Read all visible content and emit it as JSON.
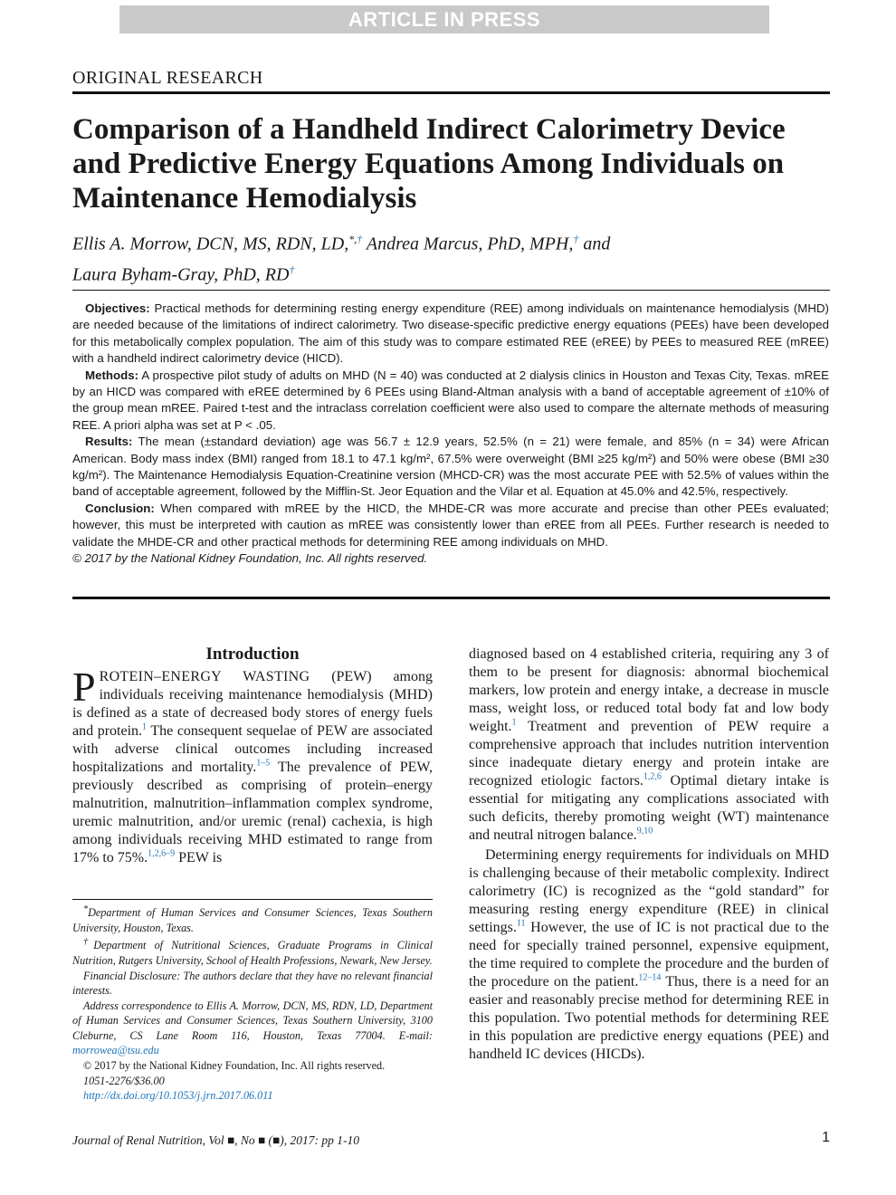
{
  "banner": "ARTICLE IN PRESS",
  "section_label": "ORIGINAL RESEARCH",
  "title": "Comparison of a Handheld Indirect Calorimetry Device and Predictive Energy Equations Among Individuals on Maintenance Hemodialysis",
  "authors": {
    "a1": "Ellis A. Morrow, DCN, MS, RDN, LD,",
    "a1_marks": "*,",
    "a1_dagger": "†",
    "a2": " Andrea Marcus, PhD, MPH,",
    "a2_dagger": "†",
    "and": " and",
    "a3": "Laura Byham-Gray, PhD, RD",
    "a3_dagger": "†"
  },
  "abstract": {
    "objectives_label": "Objectives:",
    "objectives": " Practical methods for determining resting energy expenditure (REE) among individuals on maintenance hemodialysis (MHD) are needed because of the limitations of indirect calorimetry. Two disease-specific predictive energy equations (PEEs) have been developed for this metabolically complex population. The aim of this study was to compare estimated REE (eREE) by PEEs to measured REE (mREE) with a handheld indirect calorimetry device (HICD).",
    "methods_label": "Methods:",
    "methods": " A prospective pilot study of adults on MHD (N = 40) was conducted at 2 dialysis clinics in Houston and Texas City, Texas. mREE by an HICD was compared with eREE determined by 6 PEEs using Bland-Altman analysis with a band of acceptable agreement of ±10% of the group mean mREE. Paired t-test and the intraclass correlation coefficient were also used to compare the alternate methods of measuring REE. A priori alpha was set at P < .05.",
    "results_label": "Results:",
    "results": " The mean (±standard deviation) age was 56.7 ± 12.9 years, 52.5% (n = 21) were female, and 85% (n = 34) were African American. Body mass index (BMI) ranged from 18.1 to 47.1 kg/m², 67.5% were overweight (BMI ≥25 kg/m²) and 50% were obese (BMI ≥30 kg/m²). The Maintenance Hemodialysis Equation-Creatinine version (MHCD-CR) was the most accurate PEE with 52.5% of values within the band of acceptable agreement, followed by the Mifflin-St. Jeor Equation and the Vilar et al. Equation at 45.0% and 42.5%, respectively.",
    "conclusion_label": "Conclusion:",
    "conclusion": " When compared with mREE by the HICD, the MHDE-CR was more accurate and precise than other PEEs evaluated; however, this must be interpreted with caution as mREE was consistently lower than eREE from all PEEs. Further research is needed to validate the MHDE-CR and other practical methods for determining REE among individuals on MHD.",
    "copyright": "© 2017 by the National Kidney Foundation, Inc. All rights reserved."
  },
  "intro": {
    "heading": "Introduction",
    "dropcap": "P",
    "smallcaps": "ROTEIN–ENERGY WASTING",
    "p1_a": " (PEW) among individuals receiving maintenance hemodialysis (MHD) is defined as a state of decreased body stores of energy fuels and protein.",
    "ref1": "1",
    "p1_b": " The consequent sequelae of PEW are associated with adverse clinical outcomes including increased hospitalizations and mortality.",
    "ref2": "1–5",
    "p1_c": " The prevalence of PEW, previously described as comprising of protein–energy malnutrition, malnutrition–inflammation complex syndrome, uremic malnutrition, and/or uremic (renal) cachexia, is high among individuals receiving MHD estimated to range from 17% to 75%.",
    "ref3": "1,2,6–9",
    "p1_d": " PEW is"
  },
  "right": {
    "p1_a": "diagnosed based on 4 established criteria, requiring any 3 of them to be present for diagnosis: abnormal biochemical markers, low protein and energy intake, a decrease in muscle mass, weight loss, or reduced total body fat and low body weight.",
    "ref1": "1",
    "p1_b": " Treatment and prevention of PEW require a comprehensive approach that includes nutrition intervention since inadequate dietary energy and protein intake are recognized etiologic factors.",
    "ref2": "1,2,6",
    "p1_c": " Optimal dietary intake is essential for mitigating any complications associated with such deficits, thereby promoting weight (WT) maintenance and neutral nitrogen balance.",
    "ref3": "9,10",
    "p2_a": "Determining energy requirements for individuals on MHD is challenging because of their metabolic complexity. Indirect calorimetry (IC) is recognized as the “gold standard” for measuring resting energy expenditure (REE) in clinical settings.",
    "ref4": "11",
    "p2_b": " However, the use of IC is not practical due to the need for specially trained personnel, expensive equipment, the time required to complete the procedure and the burden of the procedure on the patient.",
    "ref5": "12–14",
    "p2_c": " Thus, there is a need for an easier and reasonably precise method for determining REE in this population. Two potential methods for determining REE in this population are predictive energy equations (PEE) and handheld IC devices (HICDs)."
  },
  "footnotes": {
    "f1_mark": "*",
    "f1": "Department of Human Services and Consumer Sciences, Texas Southern University, Houston, Texas.",
    "f2_mark": "†",
    "f2": "Department of Nutritional Sciences, Graduate Programs in Clinical Nutrition, Rutgers University, School of Health Professions, Newark, New Jersey.",
    "f3": "Financial Disclosure: The authors declare that they have no relevant financial interests.",
    "f4": "Address correspondence to Ellis A. Morrow, DCN, MS, RDN, LD, Department of Human Services and Consumer Sciences, Texas Southern University, 3100 Cleburne, CS Lane Room 116, Houston, Texas 77004. E-mail:",
    "f4_email": "morrowea@tsu.edu",
    "f5": "© 2017 by the National Kidney Foundation, Inc. All rights reserved.",
    "f6": "1051-2276/$36.00",
    "f7": "http://dx.doi.org/10.1053/j.jrn.2017.06.011"
  },
  "footer": {
    "journal": "Journal of Renal Nutrition, Vol ■, No ■ (■), 2017: pp 1-10",
    "page": "1"
  }
}
